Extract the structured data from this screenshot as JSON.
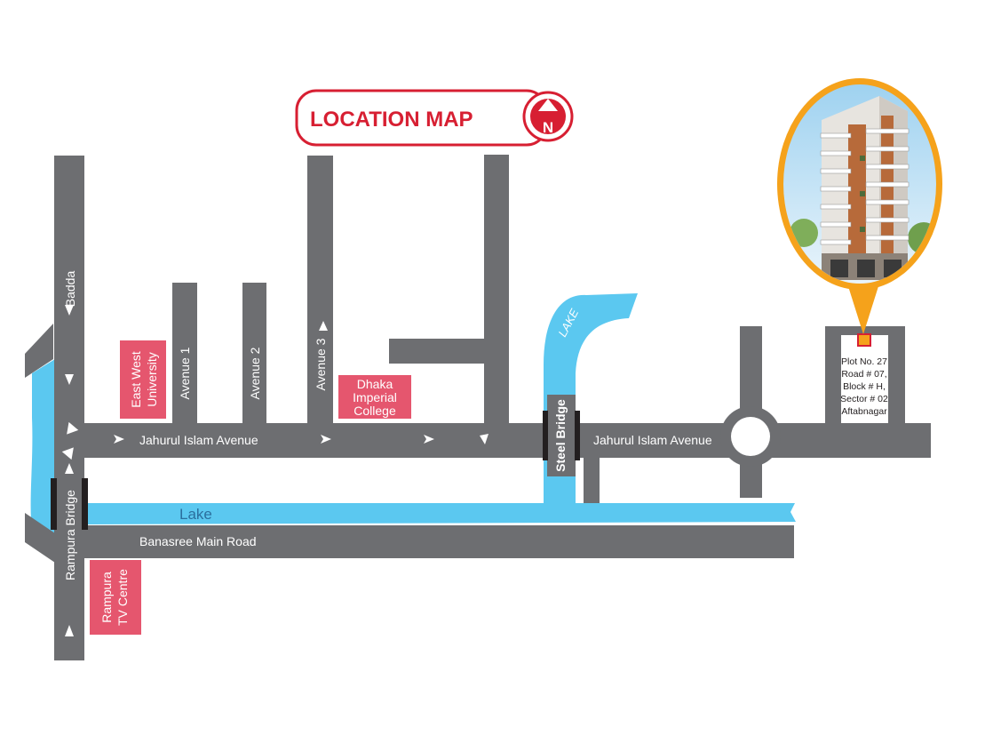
{
  "title": "LOCATION MAP",
  "compass_letter": "N",
  "colors": {
    "road": "#6d6e71",
    "lake": "#5bc8f0",
    "poi": "#e5566e",
    "title_red": "#d71f32",
    "callout_orange": "#f5a21b"
  },
  "roads": {
    "badda": "Badda",
    "avenue1": "Avenue 1",
    "avenue2": "Avenue 2",
    "avenue3": "Avenue 3",
    "jahurul_left": "Jahurul Islam Avenue",
    "jahurul_right": "Jahurul Islam Avenue",
    "banasree": "Banasree Main Road",
    "rampura_bridge": "Rampura Bridge",
    "steel_bridge": "Steel Bridge"
  },
  "water": {
    "lake_horizontal": "Lake",
    "lake_curve": "LAKE"
  },
  "pois": {
    "east_west": [
      "East West",
      "University"
    ],
    "dhaka_imperial": [
      "Dhaka",
      "Imperial",
      "College"
    ],
    "rampura_tv": [
      "Rampura",
      "TV Centre"
    ]
  },
  "plot": {
    "lines": [
      "Plot No. 27",
      "Road # 07,",
      "Block # H,",
      "Sector # 02",
      "Aftabnagar"
    ]
  },
  "building_image": "residential-building-photo"
}
